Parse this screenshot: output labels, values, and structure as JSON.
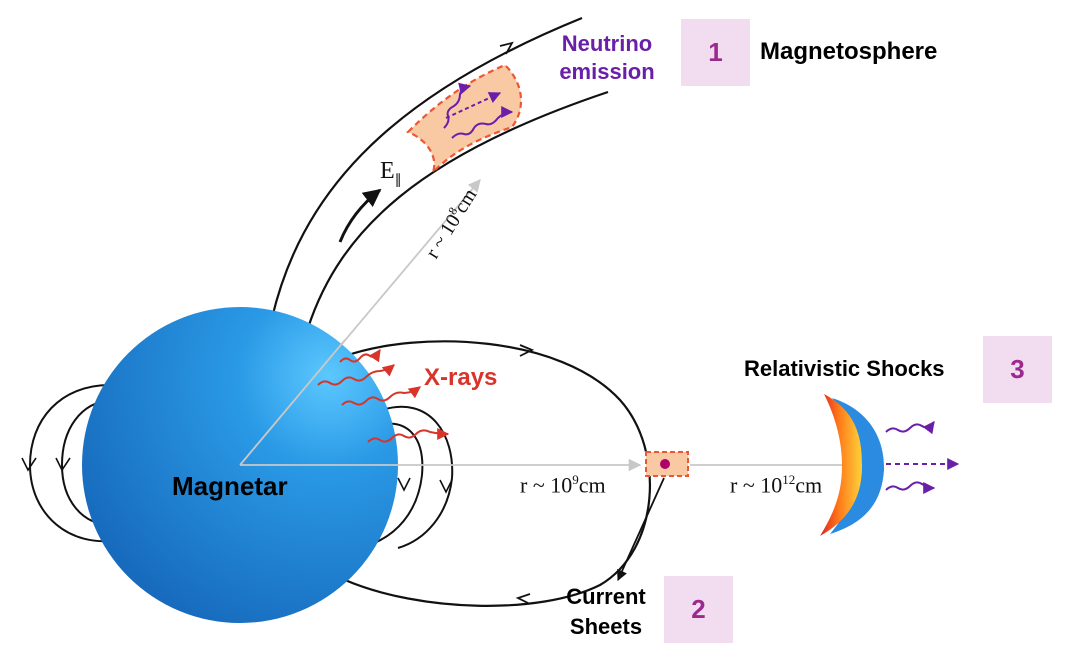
{
  "labels": {
    "neutrino_line1": "Neutrino",
    "neutrino_line2": "emission",
    "magnetosphere": "Magnetosphere",
    "e_parallel": "E",
    "e_parallel_sub": "∥",
    "r_neutrino": "r ~ 10",
    "r_neutrino_exp": "8",
    "r_neutrino_unit": "cm",
    "xrays": "X-rays",
    "magnetar": "Magnetar",
    "r_current": "r ~ 10",
    "r_current_exp": "9",
    "r_current_unit": "cm",
    "r_shock": "r ~ 10",
    "r_shock_exp": "12",
    "r_shock_unit": "cm",
    "relativistic_shocks": "Relativistic Shocks",
    "current_line1": "Current",
    "current_line2": "Sheets"
  },
  "badges": {
    "one": "1",
    "two": "2",
    "three": "3"
  },
  "colors": {
    "magnetar": "#1a7fd0",
    "neutrino_text": "#6a1fa8",
    "xray_text": "#d8342a",
    "badge_bg": "#f2dcef",
    "badge_text": "#9b2a8e",
    "emission_region": "#f9c9a4"
  }
}
